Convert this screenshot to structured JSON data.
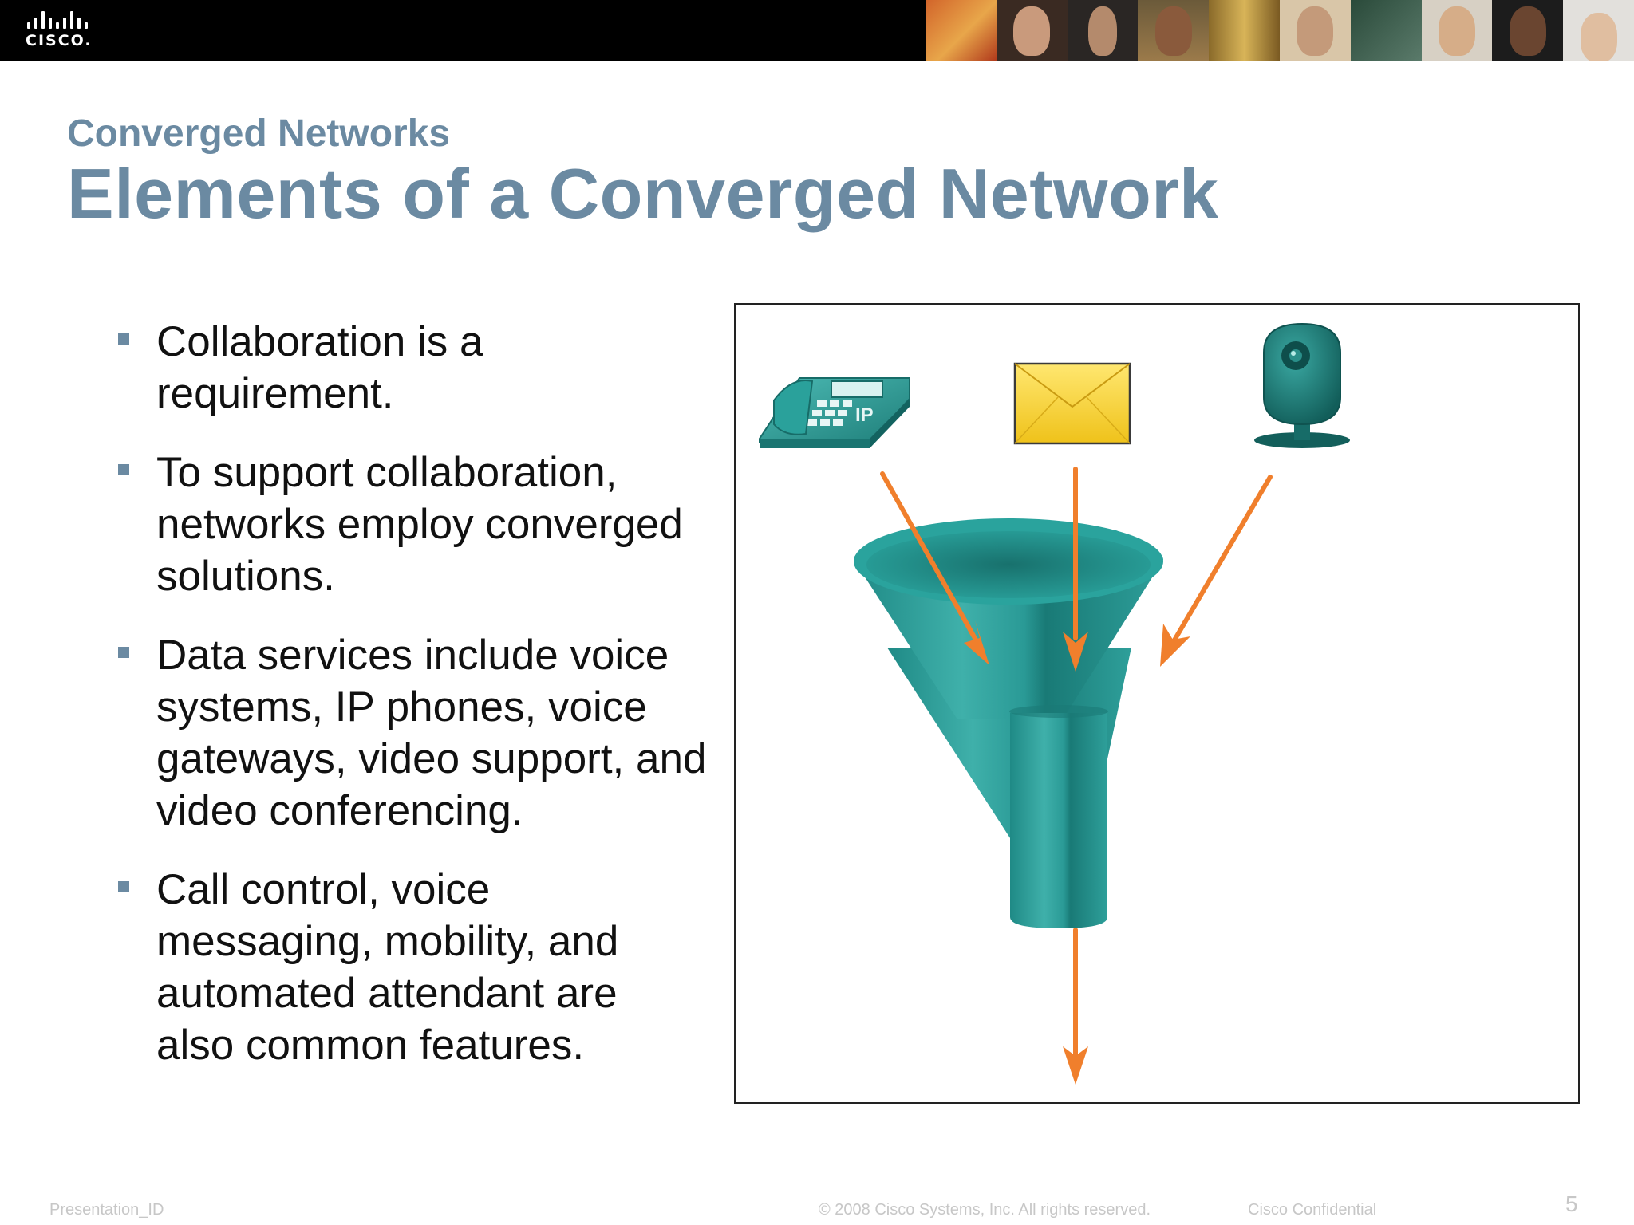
{
  "header": {
    "logo_text": "CISCO.",
    "brand_colors": [
      "#000000",
      "#ffffff"
    ]
  },
  "slide": {
    "subtitle": "Converged Networks",
    "title": "Elements of a Converged Network",
    "title_color": "#6b8aa2",
    "bullets": [
      {
        "text": "Collaboration is a requirement."
      },
      {
        "text": "To support collaboration, networks employ converged solutions."
      },
      {
        "text": "Data services include voice systems, IP phones, voice gateways, video support, and video conferencing."
      },
      {
        "text": "Call control, voice messaging, mobility, and automated attendant are also common features."
      }
    ]
  },
  "diagram": {
    "icons": [
      "ip-phone-icon",
      "email-envelope-icon",
      "webcam-icon",
      "funnel-icon"
    ],
    "phone_label": "IP",
    "arrow_color": "#f07f2c",
    "funnel_color": "#2a9a96"
  },
  "footer": {
    "presentation_id": "Presentation_ID",
    "copyright": "© 2008 Cisco Systems, Inc. All rights reserved.",
    "confidential": "Cisco Confidential",
    "page_number": "5"
  }
}
